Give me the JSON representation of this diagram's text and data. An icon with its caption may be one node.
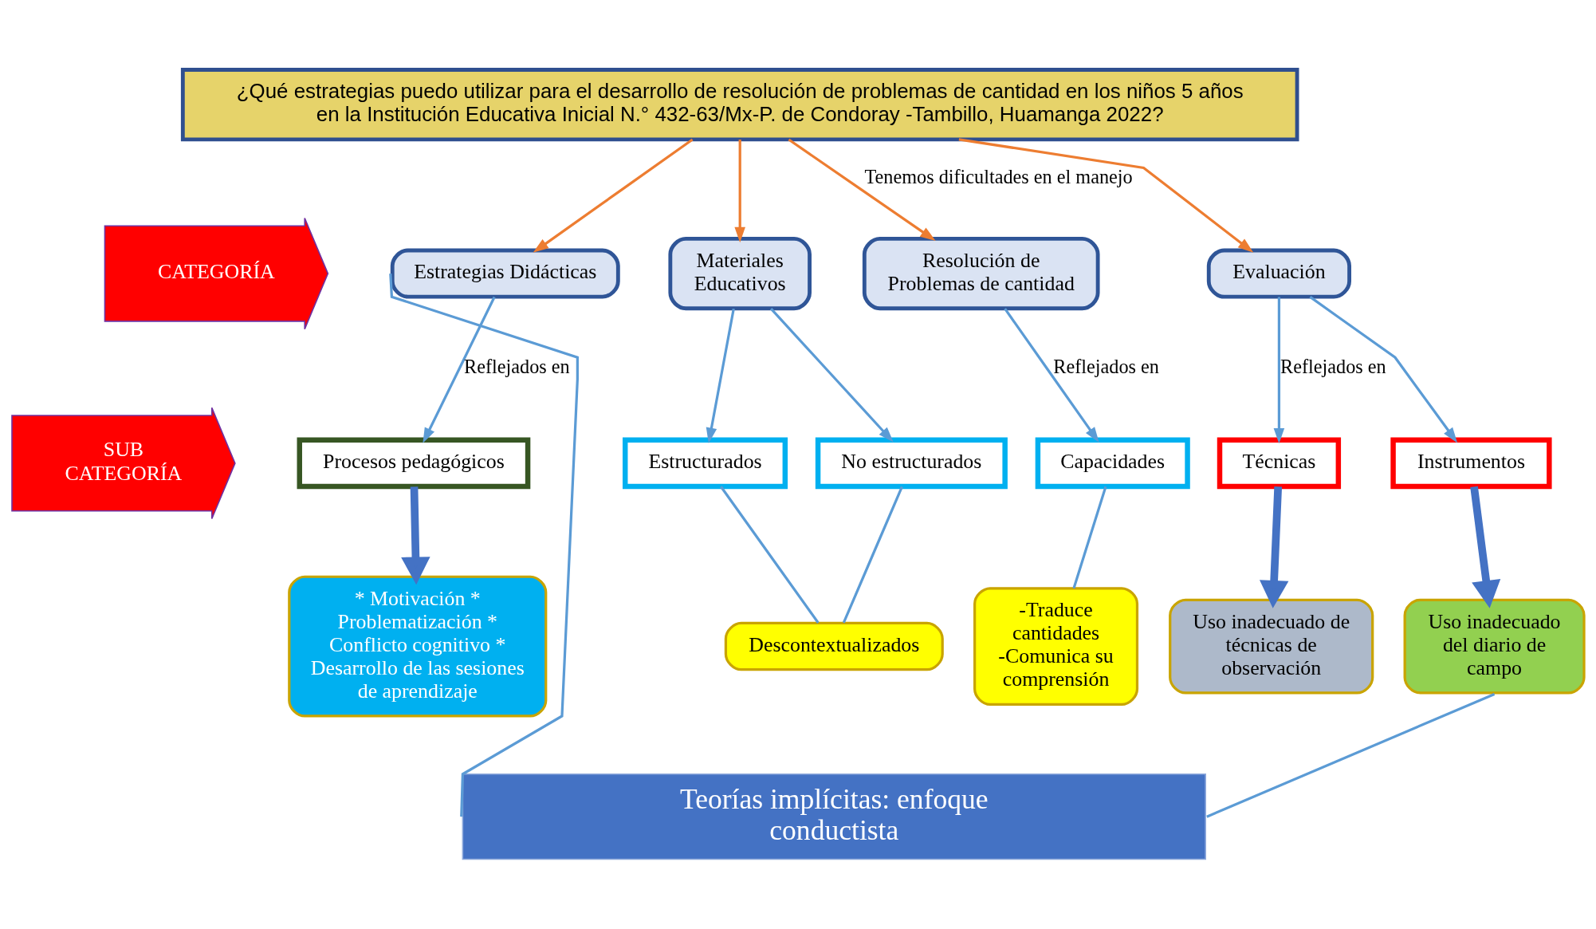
{
  "diagram": {
    "nodes": [
      {
        "text": [
          "¿Qué estrategias puedo utilizar para el desarrollo de resolución de problemas de cantidad en los niños 5 años en la Institución Educativa Inicial N.° 432-63/Mx-P. de Condoray -Tambillo, Huamanga 2022?"
        ]
      },
      {
        "text": [
          "CATEGORÍA"
        ]
      },
      {
        "text": [
          "SUB CATEGORÍA"
        ]
      },
      {
        "text": [
          "Estrategias Didácticas"
        ]
      },
      {
        "text": [
          "Materiales Educativos"
        ]
      },
      {
        "text": [
          "Resolución de Problemas de cantidad"
        ]
      },
      {
        "text": [
          "Evaluación"
        ]
      },
      {
        "text": [
          "Procesos pedagógicos"
        ]
      },
      {
        "text": [
          "* Motivación * Problematización * Conflicto cognitivo * Desarrollo de las sesiones de aprendizaje"
        ]
      },
      {
        "text": [
          "Estructurados"
        ]
      },
      {
        "text": [
          "No estructurados"
        ]
      },
      {
        "text": [
          "Descontextualizados"
        ]
      },
      {
        "text": [
          "Capacidades"
        ]
      },
      {
        "text": [
          "-Traduce cantidades -Comunica su comprensión"
        ]
      },
      {
        "text": [
          "Técnicas"
        ]
      },
      {
        "text": [
          "Instrumentos"
        ]
      },
      {
        "text": [
          "Uso inadecuado de técnicas de observación"
        ]
      },
      {
        "text": [
          "Uso inadecuado del diario de campo"
        ]
      },
      {
        "text": [
          "Teorías implícitas: enfoque conductista"
        ]
      }
    ],
    "edges": [
      {
        "from": 0,
        "to": 3,
        "arrow": "to",
        "color": "#ed7d31"
      },
      {
        "from": 0,
        "to": 4,
        "arrow": "to",
        "color": "#ed7d31"
      },
      {
        "from": 0,
        "to": 5,
        "arrow": "to",
        "color": "#ed7d31",
        "label": "Tenemos dificultades en el manejo"
      },
      {
        "from": 0,
        "to": 6,
        "arrow": "to",
        "color": "#ed7d31"
      },
      {
        "from": 3,
        "to": 7,
        "arrow": "to",
        "label": "Reflejados en"
      },
      {
        "from": 7,
        "to": 8,
        "arrow": "to",
        "style": "thick",
        "color": "#4472c4"
      },
      {
        "from": 4,
        "to": 9,
        "arrow": "to"
      },
      {
        "from": 4,
        "to": 10,
        "arrow": "to"
      },
      {
        "from": 9,
        "to": 11,
        "arrow": "none"
      },
      {
        "from": 10,
        "to": 11,
        "arrow": "none"
      },
      {
        "from": 5,
        "to": 12,
        "arrow": "to",
        "label": "Reflejados en"
      },
      {
        "from": 12,
        "to": 13,
        "arrow": "none"
      },
      {
        "from": 6,
        "to": 14,
        "arrow": "to",
        "label": "Reflejados en"
      },
      {
        "from": 6,
        "to": 15,
        "arrow": "to"
      },
      {
        "from": 14,
        "to": 16,
        "arrow": "to",
        "style": "thick",
        "color": "#4472c4"
      },
      {
        "from": 15,
        "to": 17,
        "arrow": "to",
        "style": "thick",
        "color": "#4472c4"
      },
      {
        "from": 3,
        "to": 18,
        "arrow": "none"
      },
      {
        "from": 17,
        "to": 18,
        "arrow": "none"
      }
    ]
  }
}
